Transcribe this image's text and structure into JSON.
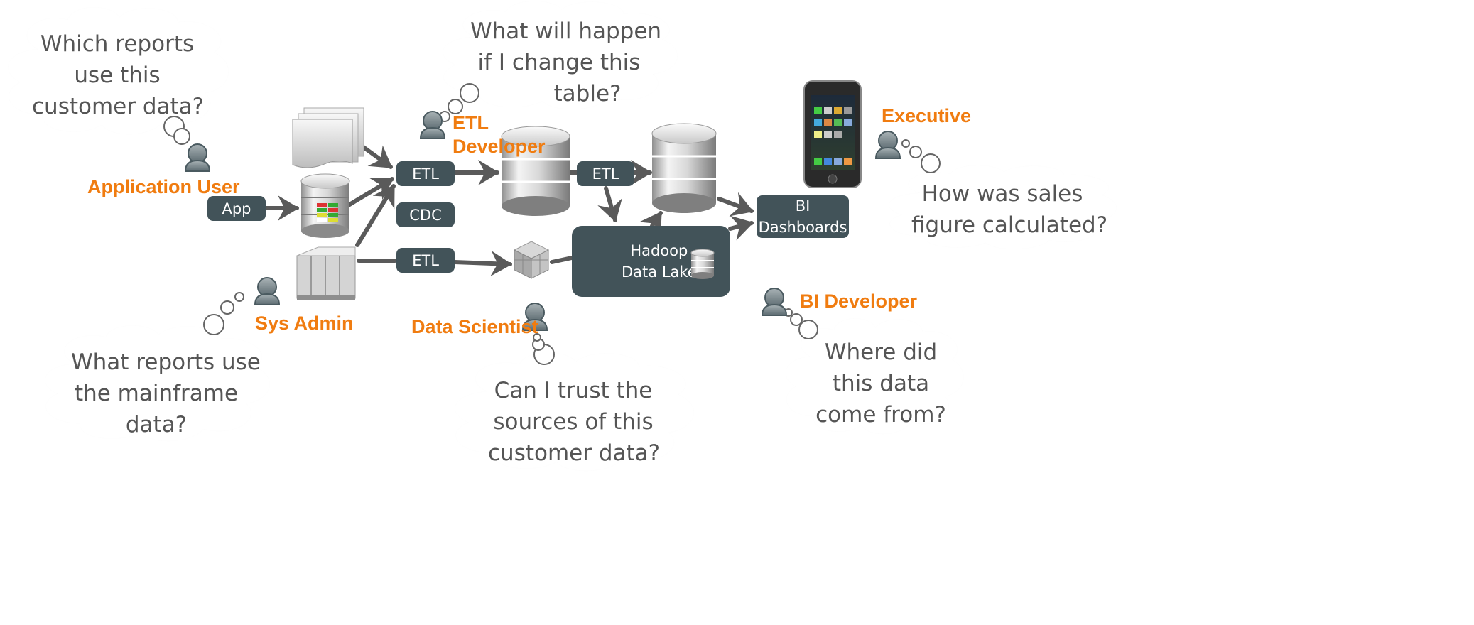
{
  "roles": {
    "application_user": "Application User",
    "etl_developer": [
      "ETL",
      "Developer"
    ],
    "executive": "Executive",
    "sys_admin": "Sys Admin",
    "data_scientist": "Data Scientist",
    "bi_developer": "BI Developer"
  },
  "questions": {
    "application_user": [
      "Which reports",
      "use this",
      "customer data?"
    ],
    "etl_developer": [
      "What will happen",
      "if I change this",
      "table?"
    ],
    "executive": [
      "How was sales",
      "figure calculated?"
    ],
    "sys_admin": [
      "What reports use",
      "the mainframe",
      "data?"
    ],
    "data_scientist": [
      "Can I trust the",
      "sources of this",
      "customer data?"
    ],
    "bi_developer": [
      "Where did",
      "this data",
      "come from?"
    ]
  },
  "process_boxes": {
    "app": "App",
    "etl_top": "ETL",
    "cdc": "CDC",
    "etl_bottom": "ETL",
    "etl_middle": "ETL",
    "hadoop": [
      "Hadoop",
      "Data Lake"
    ],
    "bi_dashboards": [
      "BI",
      "Dashboards"
    ]
  },
  "icons": [
    "user-icon",
    "document-stack-icon",
    "database-icon",
    "mainframe-icon",
    "cube-icon",
    "smartphone-icon"
  ],
  "colors": {
    "accent": "#f07c10",
    "box": "#425359",
    "text": "#555555",
    "arrow": "#5a5a5a"
  }
}
